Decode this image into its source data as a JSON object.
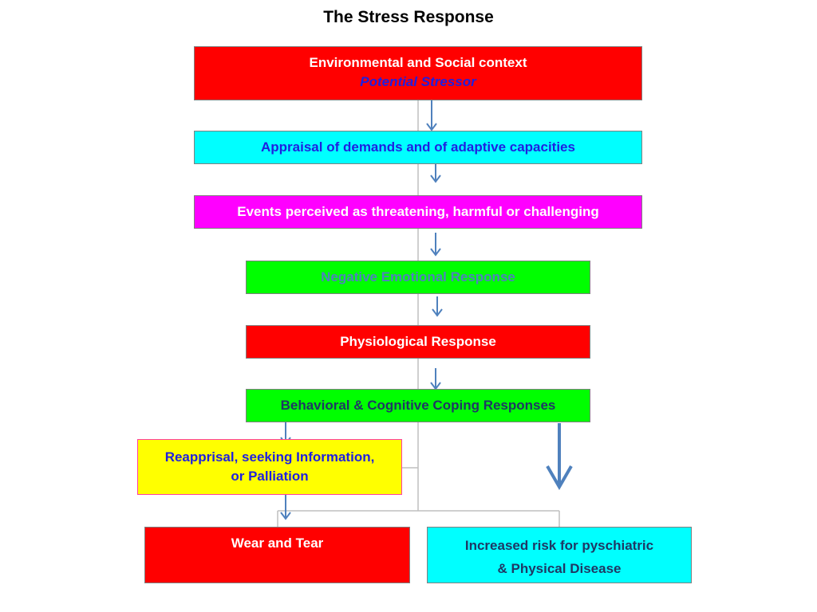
{
  "title": "The Stress Response",
  "colors": {
    "red": "#ff0000",
    "cyan": "#00ffff",
    "magenta": "#ff00ff",
    "green": "#00ff00",
    "yellow": "#ffff00",
    "arrow": "#4f81bd",
    "connector": "#bfbfbf"
  },
  "boxes": {
    "context": {
      "line1": "Environmental and Social context",
      "line2": "Potential Stressor"
    },
    "appraisal": {
      "text": "Appraisal of demands and of adaptive capacities"
    },
    "events": {
      "text": "Events perceived as threatening, harmful or challenging"
    },
    "emotional": {
      "text": "Negative Emotional Response"
    },
    "physiological": {
      "text": "Physiological Response"
    },
    "coping": {
      "text": "Behavioral & Cognitive Coping Responses"
    },
    "reappraisal": {
      "line1": "Reapprisal, seeking Information,",
      "line2": "or Palliation"
    },
    "wear": {
      "text": "Wear and Tear"
    },
    "risk": {
      "line1": "Increased risk for pyschiatric",
      "line2": "& Physical Disease"
    }
  }
}
